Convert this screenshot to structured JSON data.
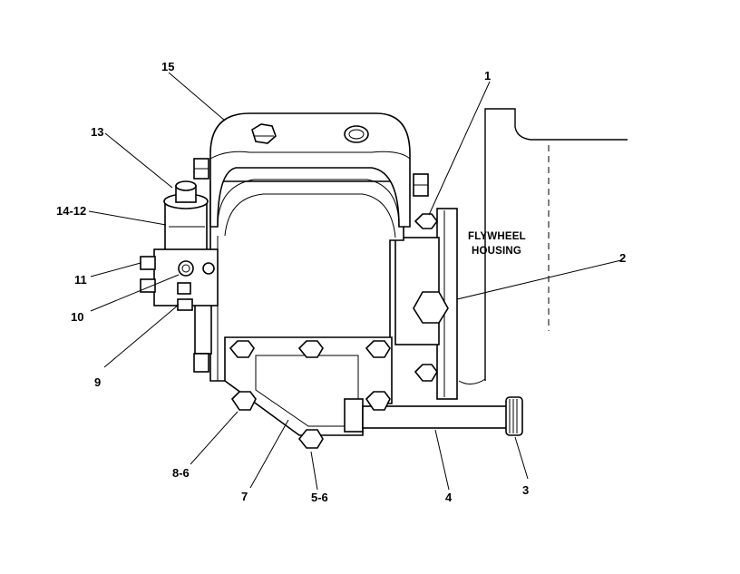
{
  "housing": {
    "line1": "FLYWHEEL",
    "line2": "HOUSING"
  },
  "callouts": {
    "c1": "1",
    "c2": "2",
    "c3": "3",
    "c4": "4",
    "c5": "5-6",
    "c7": "7",
    "c8": "8-6",
    "c9": "9",
    "c10": "10",
    "c11": "11",
    "c13": "13",
    "c14": "14-12",
    "c15": "15"
  }
}
